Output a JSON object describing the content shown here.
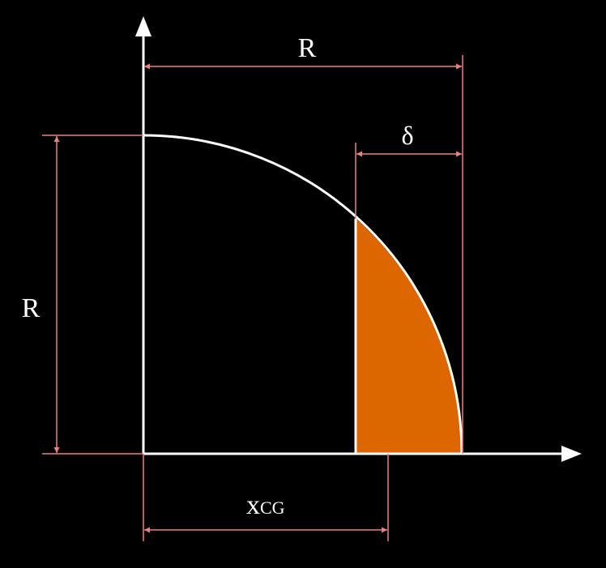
{
  "labels": {
    "top_radius": "R",
    "left_radius": "R",
    "delta": "δ",
    "xcg_main": "x",
    "xcg_sub": "CG"
  },
  "colors": {
    "background": "#000000",
    "outline": "#ffffff",
    "dimension": "#f08080",
    "segment_fill": "#dd6600"
  },
  "icons": {
    "y_axis_arrow": "arrow-up-icon",
    "x_axis_arrow": "arrow-right-icon"
  }
}
